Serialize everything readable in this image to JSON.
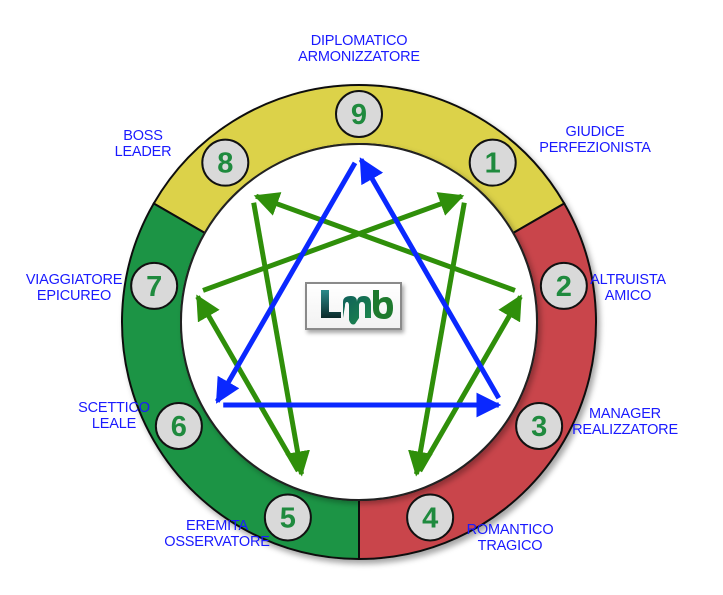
{
  "title": "Enneagram",
  "logo": {
    "text": "lmb",
    "icon": "lmb-logo-icon"
  },
  "colors": {
    "yellow_segment": "#dcd24a",
    "red_segment": "#c9444b",
    "green_segment": "#1f9444",
    "number_circle_fill": "#d9d9d9",
    "number_text": "#1f8a3e",
    "label_text": "#1a1aff",
    "blue_arrow": "#0a28ff",
    "green_arrow": "#2f8f0a"
  },
  "segments": [
    {
      "name": "yellow",
      "types": [
        8,
        9,
        1
      ]
    },
    {
      "name": "red",
      "types": [
        2,
        3,
        4
      ]
    },
    {
      "name": "green",
      "types": [
        5,
        6,
        7
      ]
    }
  ],
  "types": [
    {
      "number": "9",
      "line1": "DIPLOMATICO",
      "line2": "ARMONIZZATORE"
    },
    {
      "number": "1",
      "line1": "GIUDICE",
      "line2": "PERFEZIONISTA"
    },
    {
      "number": "2",
      "line1": "ALTRUISTA",
      "line2": "AMICO"
    },
    {
      "number": "3",
      "line1": "MANAGER",
      "line2": "REALIZZATORE"
    },
    {
      "number": "4",
      "line1": "ROMANTICO",
      "line2": "TRAGICO"
    },
    {
      "number": "5",
      "line1": "EREMITA",
      "line2": "OSSERVATORE"
    },
    {
      "number": "6",
      "line1": "SCETTICO",
      "line2": "LEALE"
    },
    {
      "number": "7",
      "line1": "VIAGGIATORE",
      "line2": "EPICUREO"
    },
    {
      "number": "8",
      "line1": "BOSS",
      "line2": "LEADER"
    }
  ],
  "arrows": {
    "blue": [
      {
        "from": 9,
        "to": 6
      },
      {
        "from": 6,
        "to": 3
      },
      {
        "from": 3,
        "to": 9
      }
    ],
    "green": [
      {
        "from": 1,
        "to": 4
      },
      {
        "from": 4,
        "to": 2
      },
      {
        "from": 2,
        "to": 8
      },
      {
        "from": 8,
        "to": 5
      },
      {
        "from": 5,
        "to": 7
      },
      {
        "from": 7,
        "to": 1
      }
    ]
  }
}
